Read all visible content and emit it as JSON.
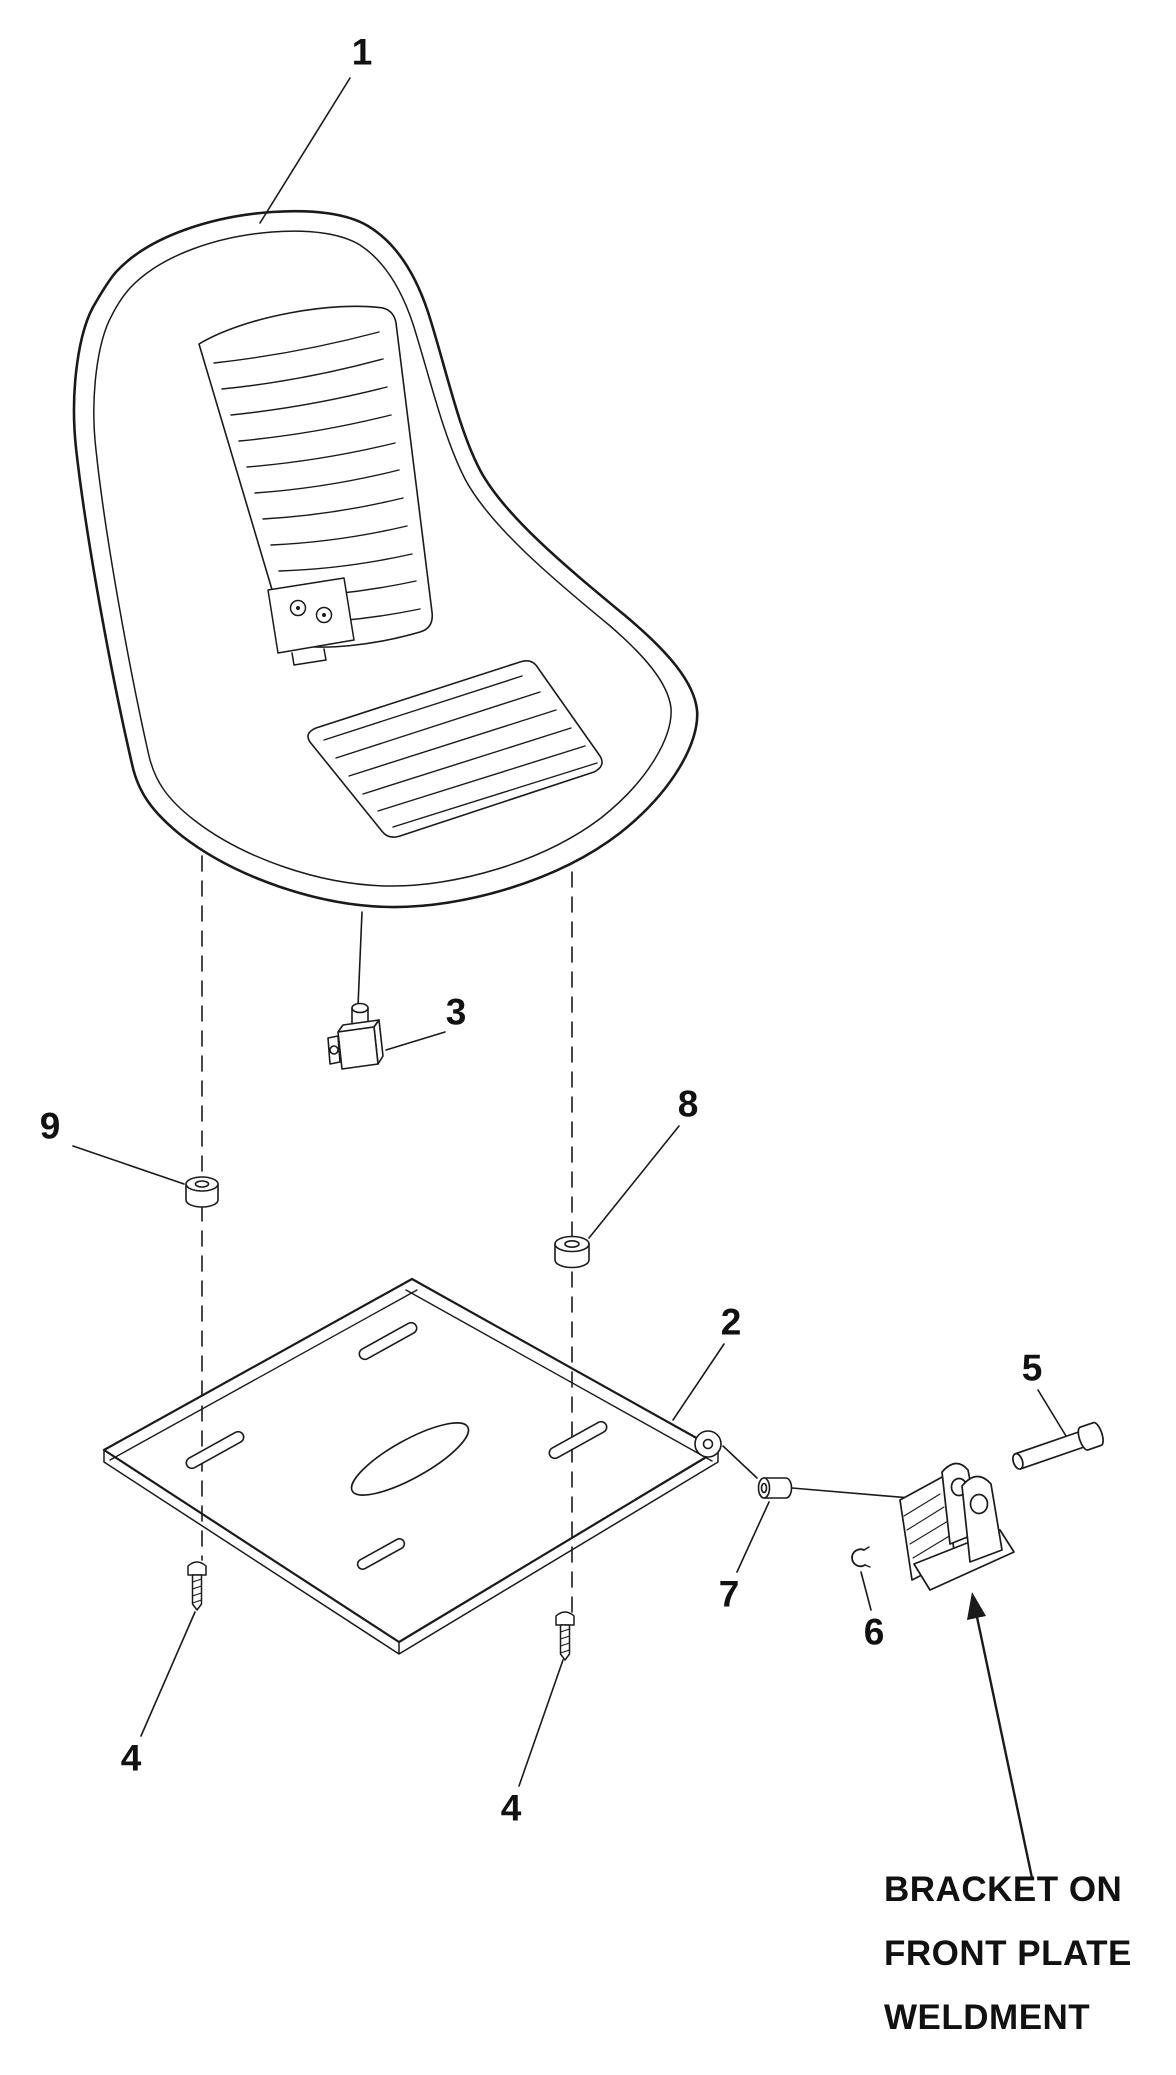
{
  "diagram": {
    "figure_type": "exploded-parts-diagram",
    "background_color": "#ffffff",
    "line_color": "#1a1a1a",
    "callouts": [
      {
        "label": "1"
      },
      {
        "label": "2"
      },
      {
        "label": "3"
      },
      {
        "label": "4"
      },
      {
        "label": "4"
      },
      {
        "label": "5"
      },
      {
        "label": "6"
      },
      {
        "label": "7"
      },
      {
        "label": "8"
      },
      {
        "label": "9"
      }
    ],
    "note_lines": [
      "BRACKET ON",
      "FRONT PLATE",
      "WELDMENT"
    ]
  }
}
